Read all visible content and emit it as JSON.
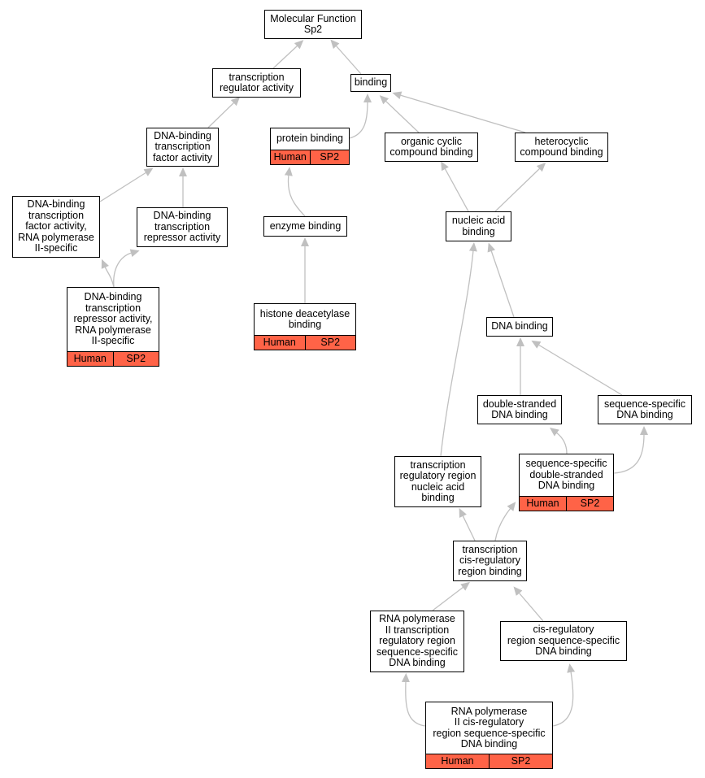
{
  "colors": {
    "edge": "#c0c0c0",
    "annotation": "#ff6347",
    "border": "#000000"
  },
  "nodes": {
    "mf": "Molecular Function\nSp2",
    "tra": "transcription\nregulator activity",
    "binding": "binding",
    "dbtfa": "DNA-binding\ntranscription\nfactor activity",
    "protein_binding": "protein binding",
    "occb": "organic cyclic\ncompound binding",
    "hcb": "heterocyclic\ncompound binding",
    "dbtfa_rnap": "DNA-binding\ntranscription\nfactor activity,\nRNA polymerase\nII-specific",
    "dbtra": "DNA-binding\ntranscription\nrepressor activity",
    "enzyme_binding": "enzyme binding",
    "nab": "nucleic acid\nbinding",
    "dbtra_rnap": "DNA-binding\ntranscription\nrepressor activity,\nRNA polymerase\nII-specific",
    "hdb": "histone deacetylase\nbinding",
    "dna_binding": "DNA binding",
    "dsdna": "double-stranded\nDNA binding",
    "ssdna": "sequence-specific\nDNA binding",
    "ssdsdna": "sequence-specific\ndouble-stranded\nDNA binding",
    "trrnab": "transcription\nregulatory region\nnucleic acid\nbinding",
    "tcrrb": "transcription\ncis-regulatory\nregion binding",
    "rnap_trr": "RNA polymerase\nII transcription\nregulatory region\nsequence-specific\nDNA binding",
    "crrss": "cis-regulatory\nregion sequence-specific\nDNA binding",
    "rnap_cr": "RNA polymerase\nII cis-regulatory\nregion sequence-specific\nDNA binding"
  },
  "annotations": {
    "species": "Human",
    "gene": "SP2"
  }
}
